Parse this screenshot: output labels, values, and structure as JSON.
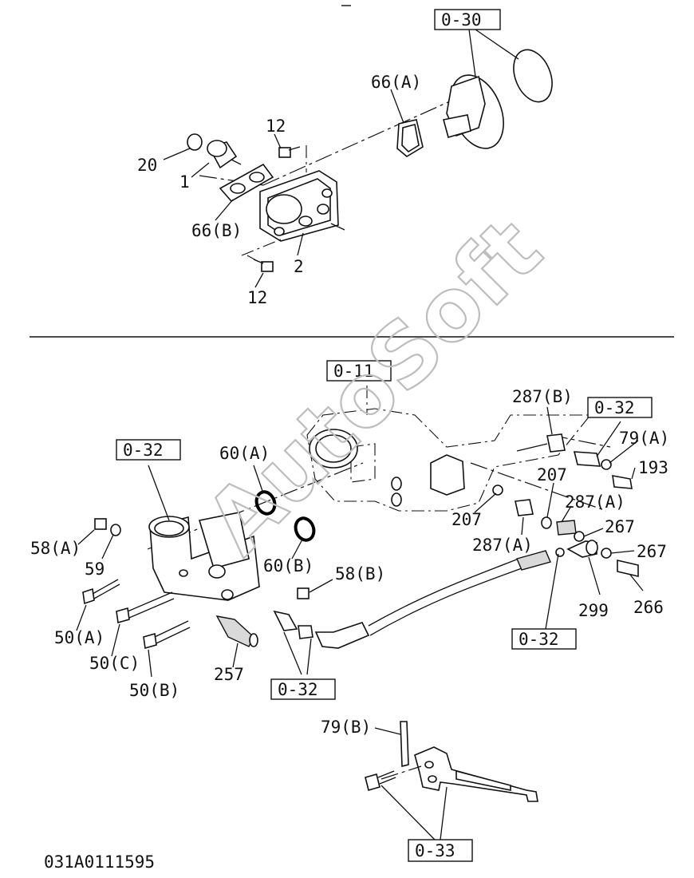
{
  "diagram_code": "031A0111595",
  "watermark": "AutoSoft",
  "top_group": {
    "ref_box": "0-30",
    "labels": {
      "gasket_a": "66(A)",
      "bolt_upper": "12",
      "washer": "20",
      "thermostat": "1",
      "gasket_b": "66(B)",
      "housing": "2",
      "bolt_lower": "12"
    }
  },
  "middle_group": {
    "ref_box_engine": "0-11",
    "ref_box_left": "0-32",
    "ref_box_right": "0-32",
    "ref_box_bottom": "0-32",
    "ref_box_hose": "0-32",
    "labels": {
      "oring_a": "60(A)",
      "oring_b": "60(B)",
      "bolt_58a": "58(A)",
      "washer_59": "59",
      "bolt_58b": "58(B)",
      "bolt_50a": "50(A)",
      "bolt_50c": "50(C)",
      "bolt_50b": "50(B)",
      "sensor_257": "257",
      "connector_287b": "287(B)",
      "clamp_79a": "79(A)",
      "cap_193": "193",
      "washer_207_upper": "207",
      "washer_207_lower": "207",
      "connector_287a_right": "287(A)",
      "connector_287a_left": "287(A)",
      "washer_267_upper": "267",
      "washer_267_lower": "267",
      "eyebolt_299": "299",
      "bolt_266": "266"
    }
  },
  "bottom_group": {
    "ref_box": "0-33",
    "labels": {
      "clamp_79b": "79(B)"
    }
  }
}
